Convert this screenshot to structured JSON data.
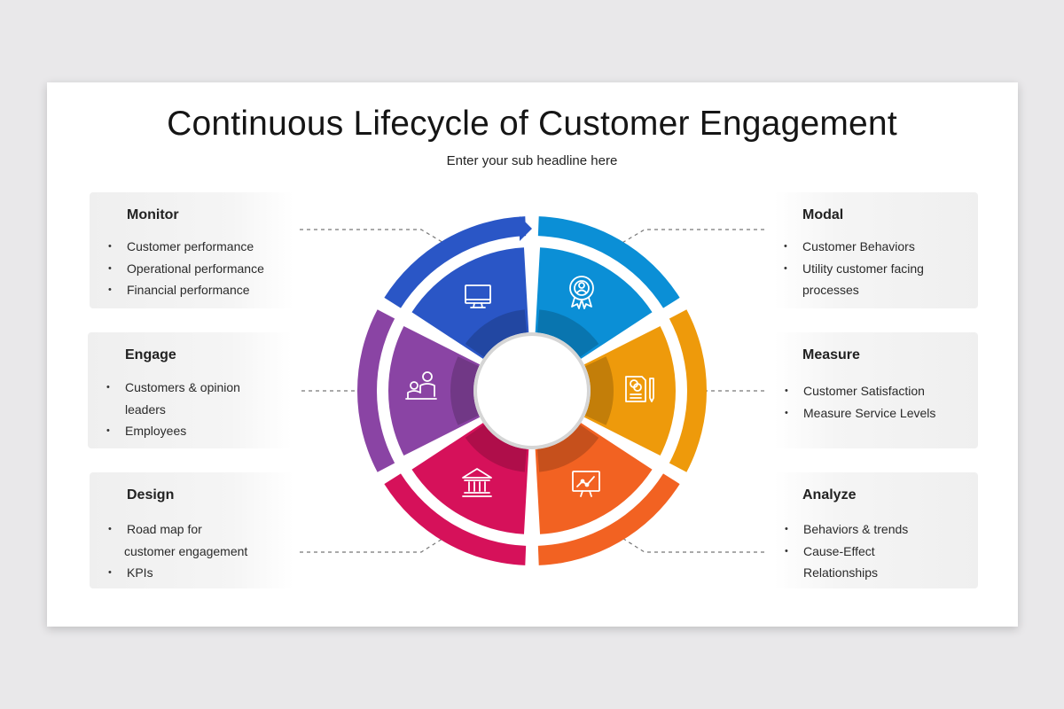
{
  "title": "Continuous Lifecycle of Customer Engagement",
  "subtitle": "Enter your sub headline here",
  "sections": {
    "monitor": {
      "heading": "Monitor",
      "items": [
        "Customer performance",
        "Operational performance",
        "Financial performance"
      ]
    },
    "engage": {
      "heading": "Engage",
      "items": [
        "Customers & opinion",
        "leaders",
        "Employees"
      ]
    },
    "design": {
      "heading": "Design",
      "items": [
        "Road map for",
        "customer engagement",
        "KPIs"
      ]
    },
    "modal": {
      "heading": "Modal",
      "items": [
        "Customer Behaviors",
        "Utility customer facing",
        "processes"
      ]
    },
    "measure": {
      "heading": "Measure",
      "items": [
        "Customer Satisfaction",
        "Measure Service Levels"
      ]
    },
    "analyze": {
      "heading": "Analyze",
      "items": [
        "Behaviors & trends",
        "Cause-Effect",
        "Relationships"
      ]
    }
  },
  "wheel": {
    "segments": [
      {
        "name": "monitor",
        "color": "#2a56c6",
        "icon": "monitor-icon"
      },
      {
        "name": "modal",
        "color": "#0b8fd6",
        "icon": "award-badge-icon"
      },
      {
        "name": "measure",
        "color": "#ee9a0b",
        "icon": "document-pencil-icon"
      },
      {
        "name": "analyze",
        "color": "#f26222",
        "icon": "chart-presentation-icon"
      },
      {
        "name": "design",
        "color": "#d6115a",
        "icon": "bank-building-icon"
      },
      {
        "name": "engage",
        "color": "#8a44a4",
        "icon": "people-meeting-icon"
      }
    ]
  }
}
